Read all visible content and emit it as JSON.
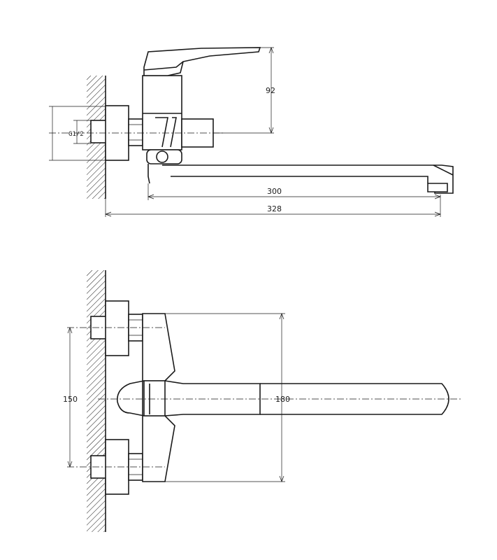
{
  "dimensions": {
    "height_handle": "92",
    "spout_length": "300",
    "total_length": "328",
    "thread": "G1/2",
    "center_spacing": "150",
    "body_width": "180"
  }
}
